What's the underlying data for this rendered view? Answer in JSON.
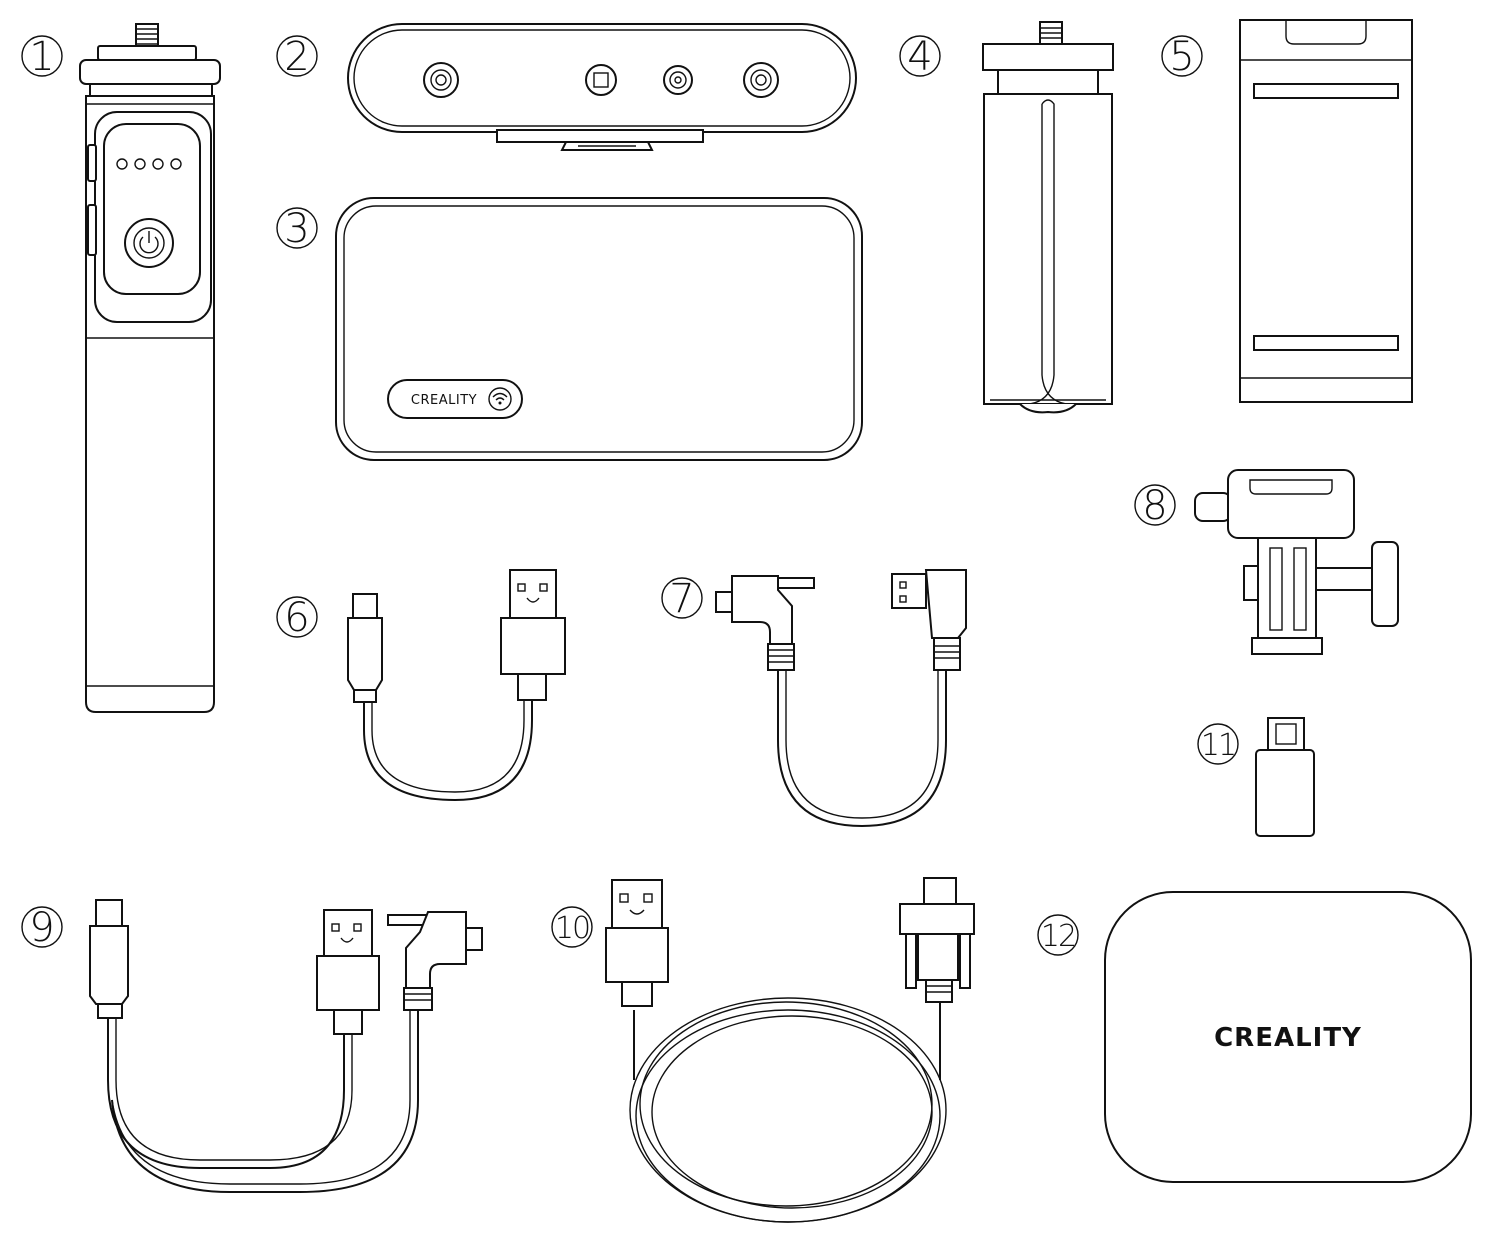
{
  "labels": {
    "n1": "1",
    "n2": "2",
    "n3": "3",
    "n4": "4",
    "n5": "5",
    "n6": "6",
    "n7": "7",
    "n8": "8",
    "n9": "9",
    "n10": "10",
    "n11": "11",
    "n12": "12"
  },
  "logos": {
    "bag": "CREALITY",
    "box": "CREALITY"
  }
}
